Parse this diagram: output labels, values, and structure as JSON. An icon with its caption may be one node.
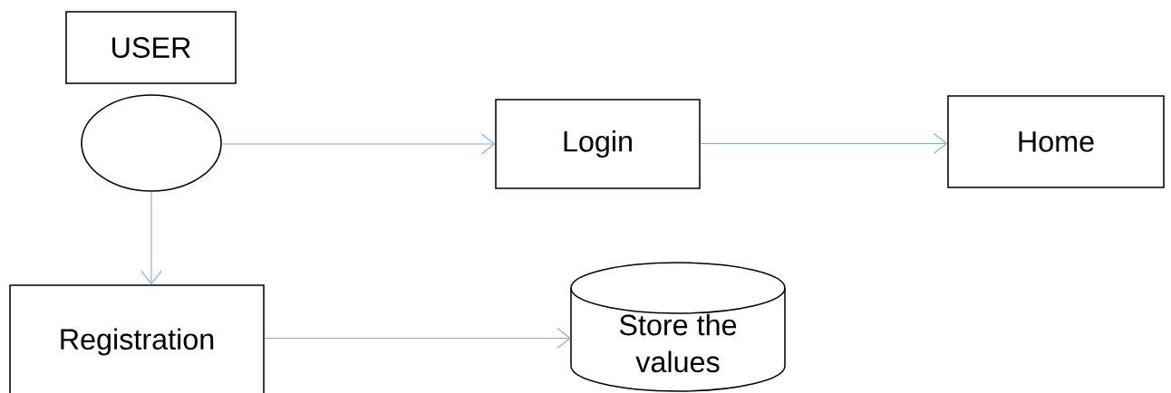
{
  "diagram": {
    "nodes": [
      {
        "text": [
          "USER"
        ]
      },
      {
        "text": [],
        "shape": "circle"
      },
      {
        "text": [
          "Login"
        ]
      },
      {
        "text": [
          "Home"
        ]
      },
      {
        "text": [
          "Registration"
        ]
      },
      {
        "text": [
          "Store the values"
        ]
      }
    ],
    "edges": [
      {
        "from": 1,
        "to": 2,
        "arrow": "to"
      },
      {
        "from": 2,
        "to": 3,
        "arrow": "to"
      },
      {
        "from": 1,
        "to": 4,
        "arrow": "to"
      },
      {
        "from": 4,
        "to": 5,
        "arrow": "to"
      }
    ]
  }
}
